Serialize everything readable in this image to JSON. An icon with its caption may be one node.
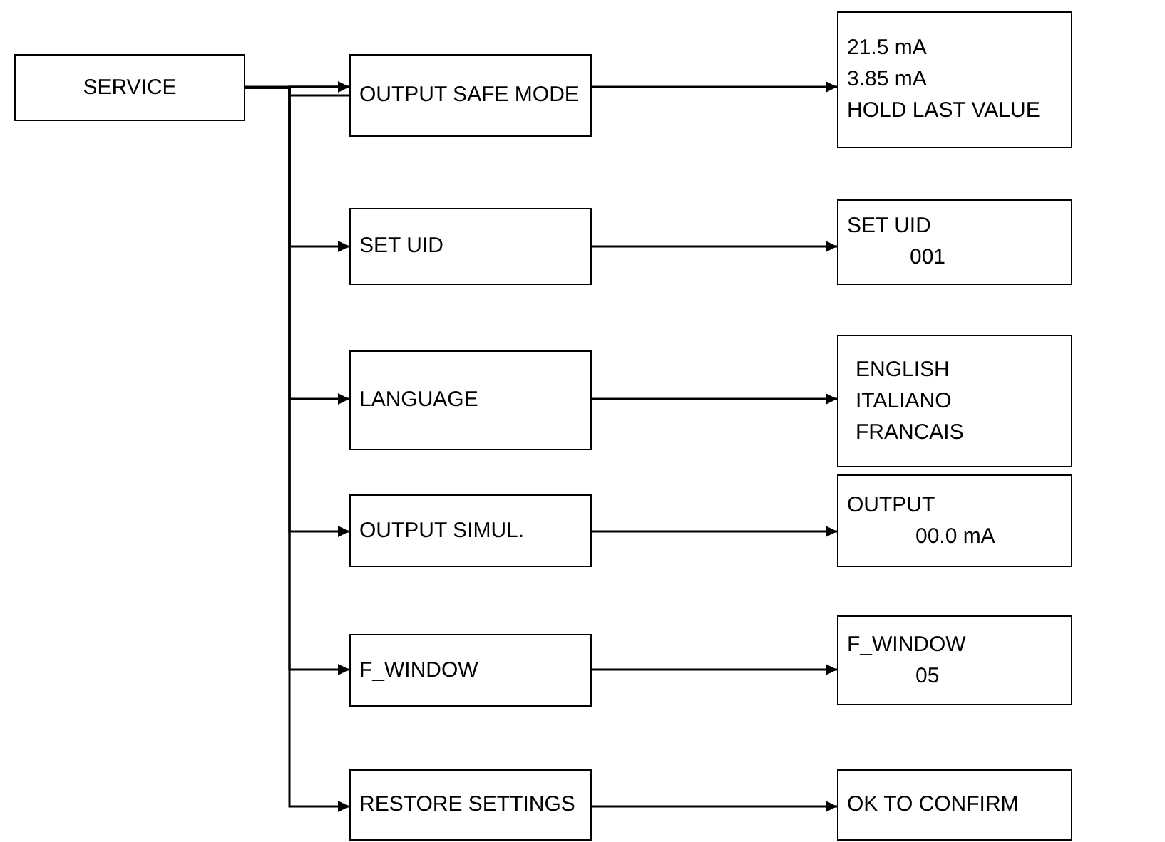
{
  "diagram": {
    "nodes": [
      {
        "text": [
          "SERVICE"
        ]
      },
      {
        "text": [
          "OUTPUT SAFE MODE"
        ]
      },
      {
        "text": [
          "21.5 mA",
          "3.85 mA",
          "HOLD LAST VALUE"
        ]
      },
      {
        "text": [
          "SET UID"
        ]
      },
      {
        "text": [
          "SET UID",
          "001"
        ]
      },
      {
        "text": [
          "LANGUAGE"
        ]
      },
      {
        "text": [
          "ENGLISH",
          "ITALIANO",
          "FRANCAIS"
        ]
      },
      {
        "text": [
          "OUTPUT SIMUL."
        ]
      },
      {
        "text": [
          "OUTPUT",
          "00.0 mA"
        ]
      },
      {
        "text": [
          "F_WINDOW"
        ]
      },
      {
        "text": [
          "F_WINDOW",
          "05"
        ]
      },
      {
        "text": [
          "RESTORE SETTINGS"
        ]
      },
      {
        "text": [
          "OK TO CONFIRM"
        ]
      }
    ],
    "edges": [
      {
        "from": 0,
        "to": 1,
        "arrow": "to"
      },
      {
        "from": 0,
        "to": 3,
        "arrow": "to"
      },
      {
        "from": 0,
        "to": 5,
        "arrow": "to"
      },
      {
        "from": 0,
        "to": 7,
        "arrow": "to"
      },
      {
        "from": 0,
        "to": 9,
        "arrow": "to"
      },
      {
        "from": 0,
        "to": 11,
        "arrow": "to"
      },
      {
        "from": 1,
        "to": 2,
        "arrow": "to"
      },
      {
        "from": 3,
        "to": 4,
        "arrow": "to"
      },
      {
        "from": 5,
        "to": 6,
        "arrow": "to"
      },
      {
        "from": 7,
        "to": 8,
        "arrow": "to"
      },
      {
        "from": 9,
        "to": 10,
        "arrow": "to"
      },
      {
        "from": 11,
        "to": 12,
        "arrow": "to"
      }
    ]
  }
}
